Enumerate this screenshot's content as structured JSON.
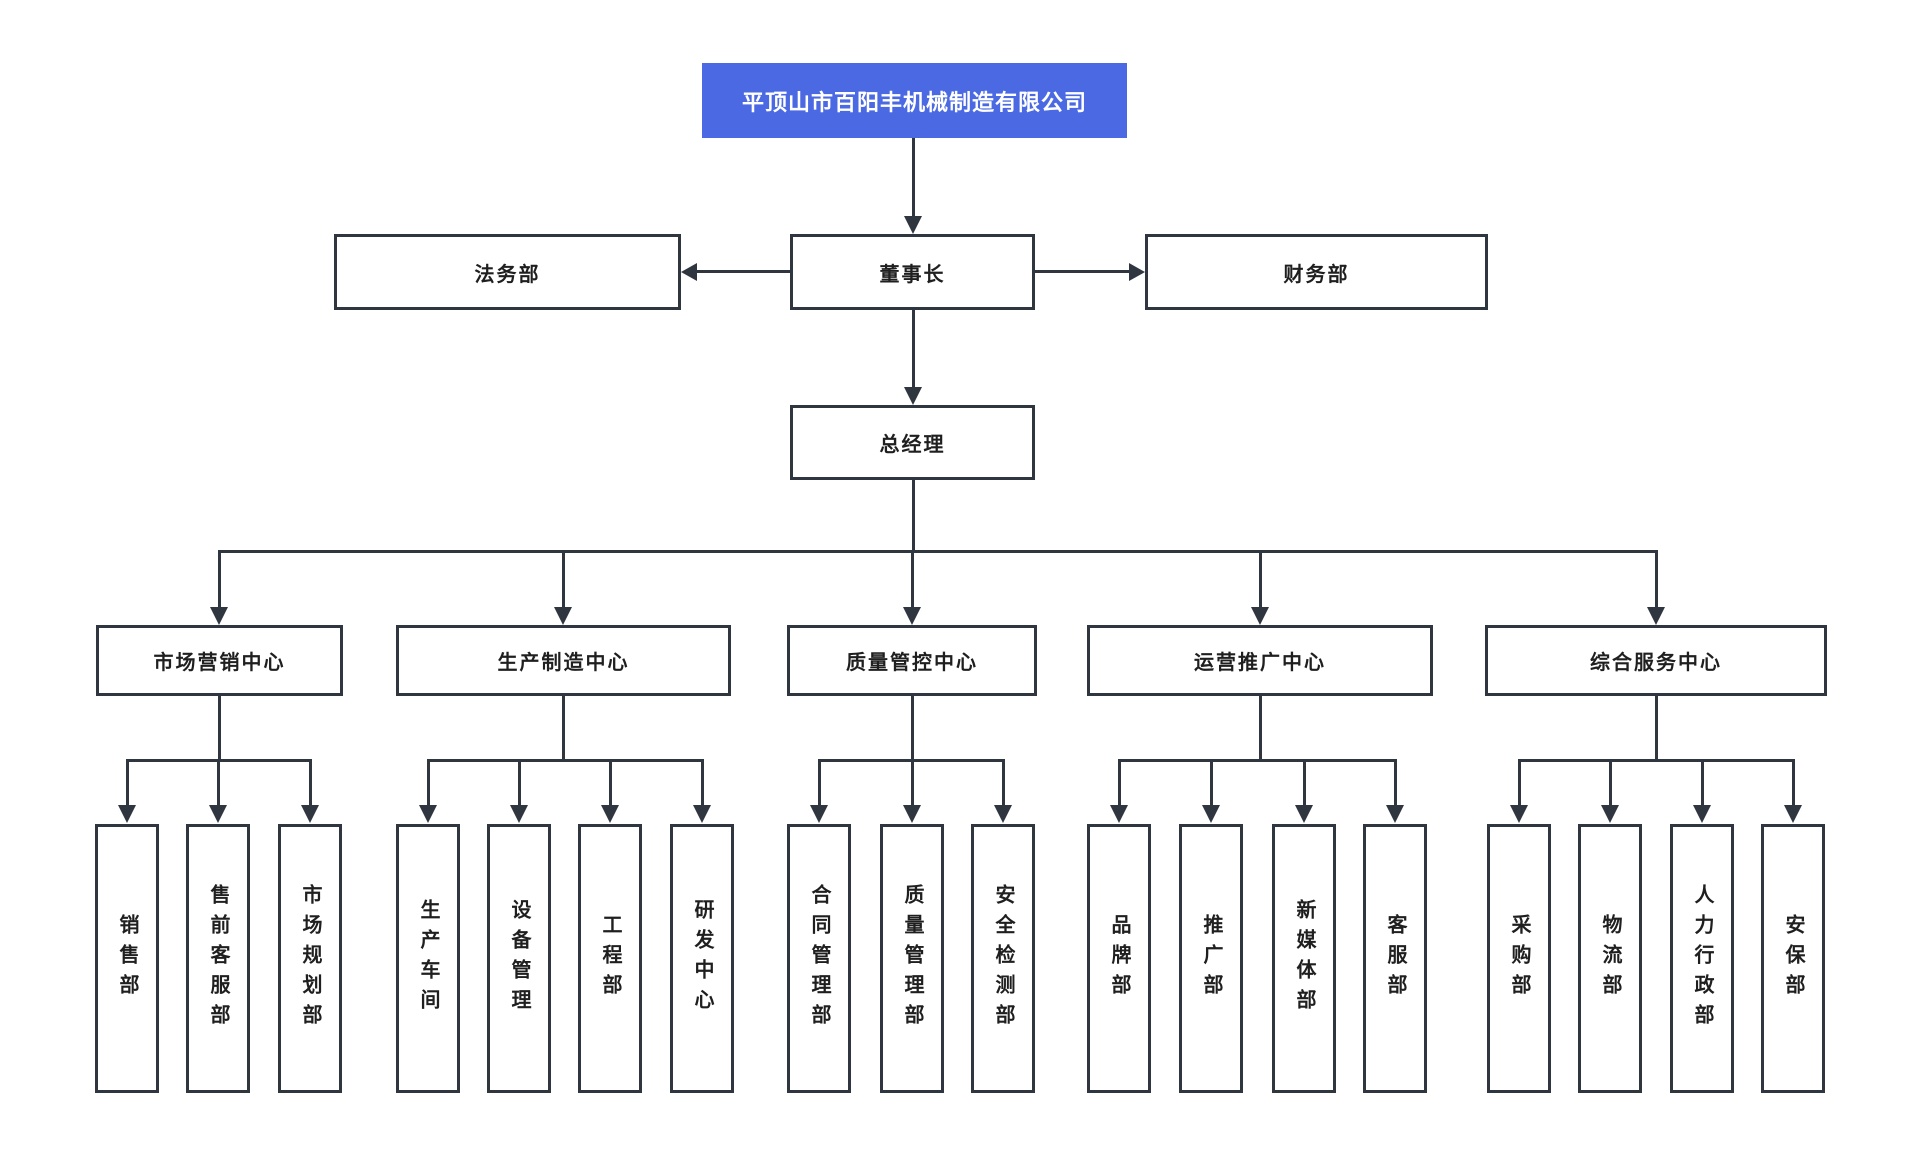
{
  "root": {
    "label": "平顶山市百阳丰机械制造有限公司"
  },
  "board": {
    "chairman": "董事长",
    "legal": "法务部",
    "finance": "财务部",
    "general_manager": "总经理"
  },
  "centers": [
    {
      "label": "市场营销中心",
      "children": [
        "销售部",
        "售前客服部",
        "市场规划部"
      ]
    },
    {
      "label": "生产制造中心",
      "children": [
        "生产车间",
        "设备管理",
        "工程部",
        "研发中心"
      ]
    },
    {
      "label": "质量管控中心",
      "children": [
        "合同管理部",
        "质量管理部",
        "安全检测部"
      ]
    },
    {
      "label": "运营推广中心",
      "children": [
        "品牌部",
        "推广部",
        "新媒体部",
        "客服部"
      ]
    },
    {
      "label": "综合服务中心",
      "children": [
        "采购部",
        "物流部",
        "人力行政部",
        "安保部"
      ]
    }
  ],
  "colors": {
    "root_background": "#4a69e2",
    "root_text": "#ffffff",
    "node_background": "#ffffff",
    "node_border": "#2f3640",
    "connector": "#2f3640",
    "node_text": "#1f1f1f"
  }
}
